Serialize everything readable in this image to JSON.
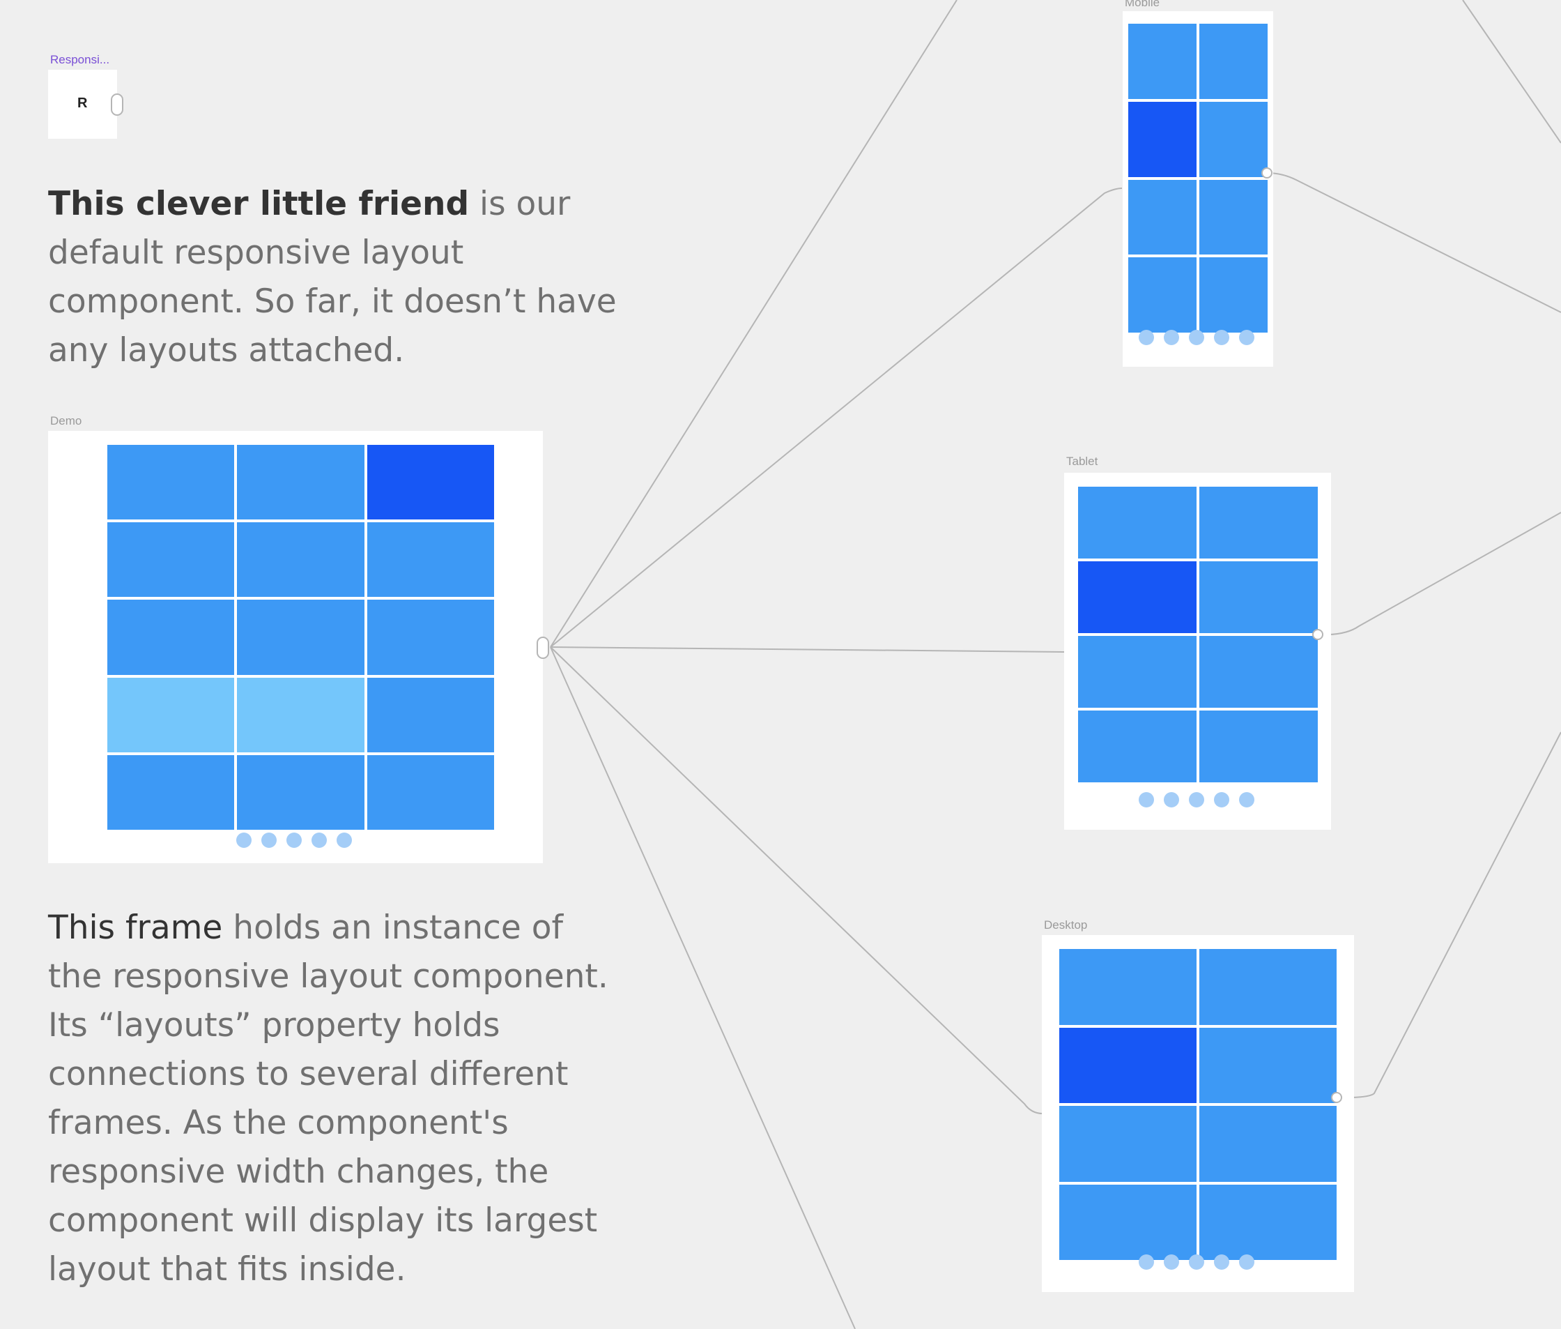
{
  "colors": {
    "canvas": "#efefef",
    "frame": "#ffffff",
    "cell_blue": "#3d99f5",
    "cell_dark": "#1757f5",
    "cell_light": "#74c6fb",
    "dot": "#a4cdf7",
    "component_label": "#7a4fd6",
    "connector": "#b5b5b5"
  },
  "component": {
    "label": "Responsi...",
    "letter": "R"
  },
  "intro": {
    "bold": "This clever little friend",
    "rest": " is our default responsive layout component. So far, it doesn’t have any layouts attached."
  },
  "demo": {
    "label": "Demo",
    "columns": 3,
    "cells": [
      "blue",
      "blue",
      "dark",
      "blue",
      "blue",
      "blue",
      "blue",
      "blue",
      "blue",
      "light",
      "light",
      "blue",
      "blue",
      "blue",
      "blue"
    ],
    "dots": 5
  },
  "description": {
    "lead": "This frame",
    "rest": " holds an instance of the responsive layout component. Its “layouts” property holds connections to several different frames. As the component's responsive width changes, the component will display its largest layout that fits inside."
  },
  "frames": [
    {
      "label": "Mobile",
      "columns": 2,
      "cells": [
        "blue",
        "blue",
        "dark",
        "blue",
        "blue",
        "blue",
        "blue",
        "blue"
      ],
      "dots": 5
    },
    {
      "label": "Tablet",
      "columns": 2,
      "cells": [
        "blue",
        "blue",
        "dark",
        "blue",
        "blue",
        "blue",
        "blue",
        "blue"
      ],
      "dots": 5
    },
    {
      "label": "Desktop",
      "columns": 2,
      "cells": [
        "blue",
        "blue",
        "dark",
        "blue",
        "blue",
        "blue",
        "blue",
        "blue"
      ],
      "dots": 5
    }
  ]
}
